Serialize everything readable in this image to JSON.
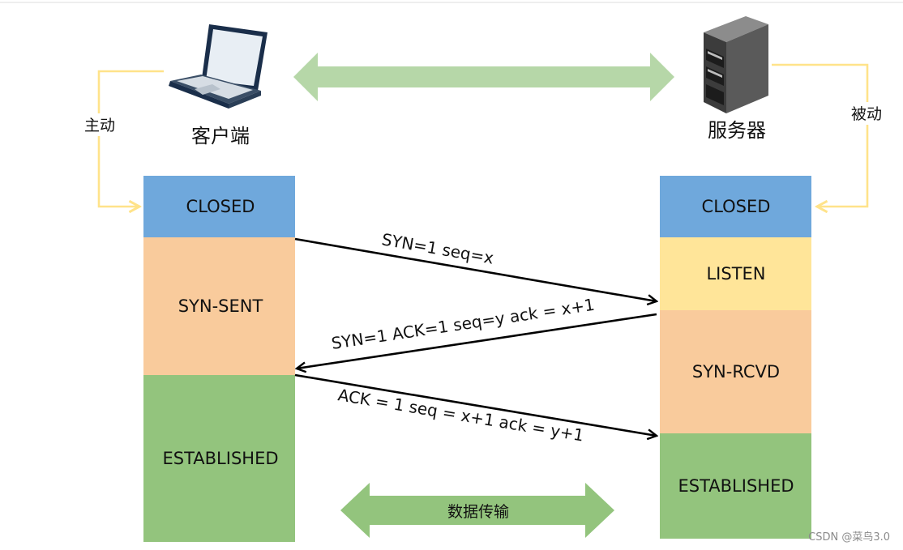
{
  "client": {
    "label": "客户端",
    "mode_label": "主动"
  },
  "server": {
    "label": "服务器",
    "mode_label": "被动"
  },
  "client_states": [
    "CLOSED",
    "SYN-SENT",
    "ESTABLISHED"
  ],
  "server_states": [
    "CLOSED",
    "LISTEN",
    "SYN-RCVD",
    "ESTABLISHED"
  ],
  "messages": {
    "syn": "SYN=1  seq=x",
    "syn_ack": "SYN=1 ACK=1 seq=y ack = x+1",
    "ack": "ACK = 1 seq = x+1 ack = y+1"
  },
  "data_transfer_label": "数据传输",
  "watermark": "CSDN @菜鸟3.0",
  "colors": {
    "closed": "#6fa8dc",
    "syn_sent": "#f9cb9c",
    "listen": "#ffe599",
    "syn_rcvd": "#f9cb9c",
    "established": "#93c47d",
    "top_arrow": "#b6d7a8",
    "data_arrow": "#93c47d",
    "bracket": "#ffe38a"
  },
  "icons": {
    "client": "laptop-icon",
    "server": "server-tower-icon"
  }
}
